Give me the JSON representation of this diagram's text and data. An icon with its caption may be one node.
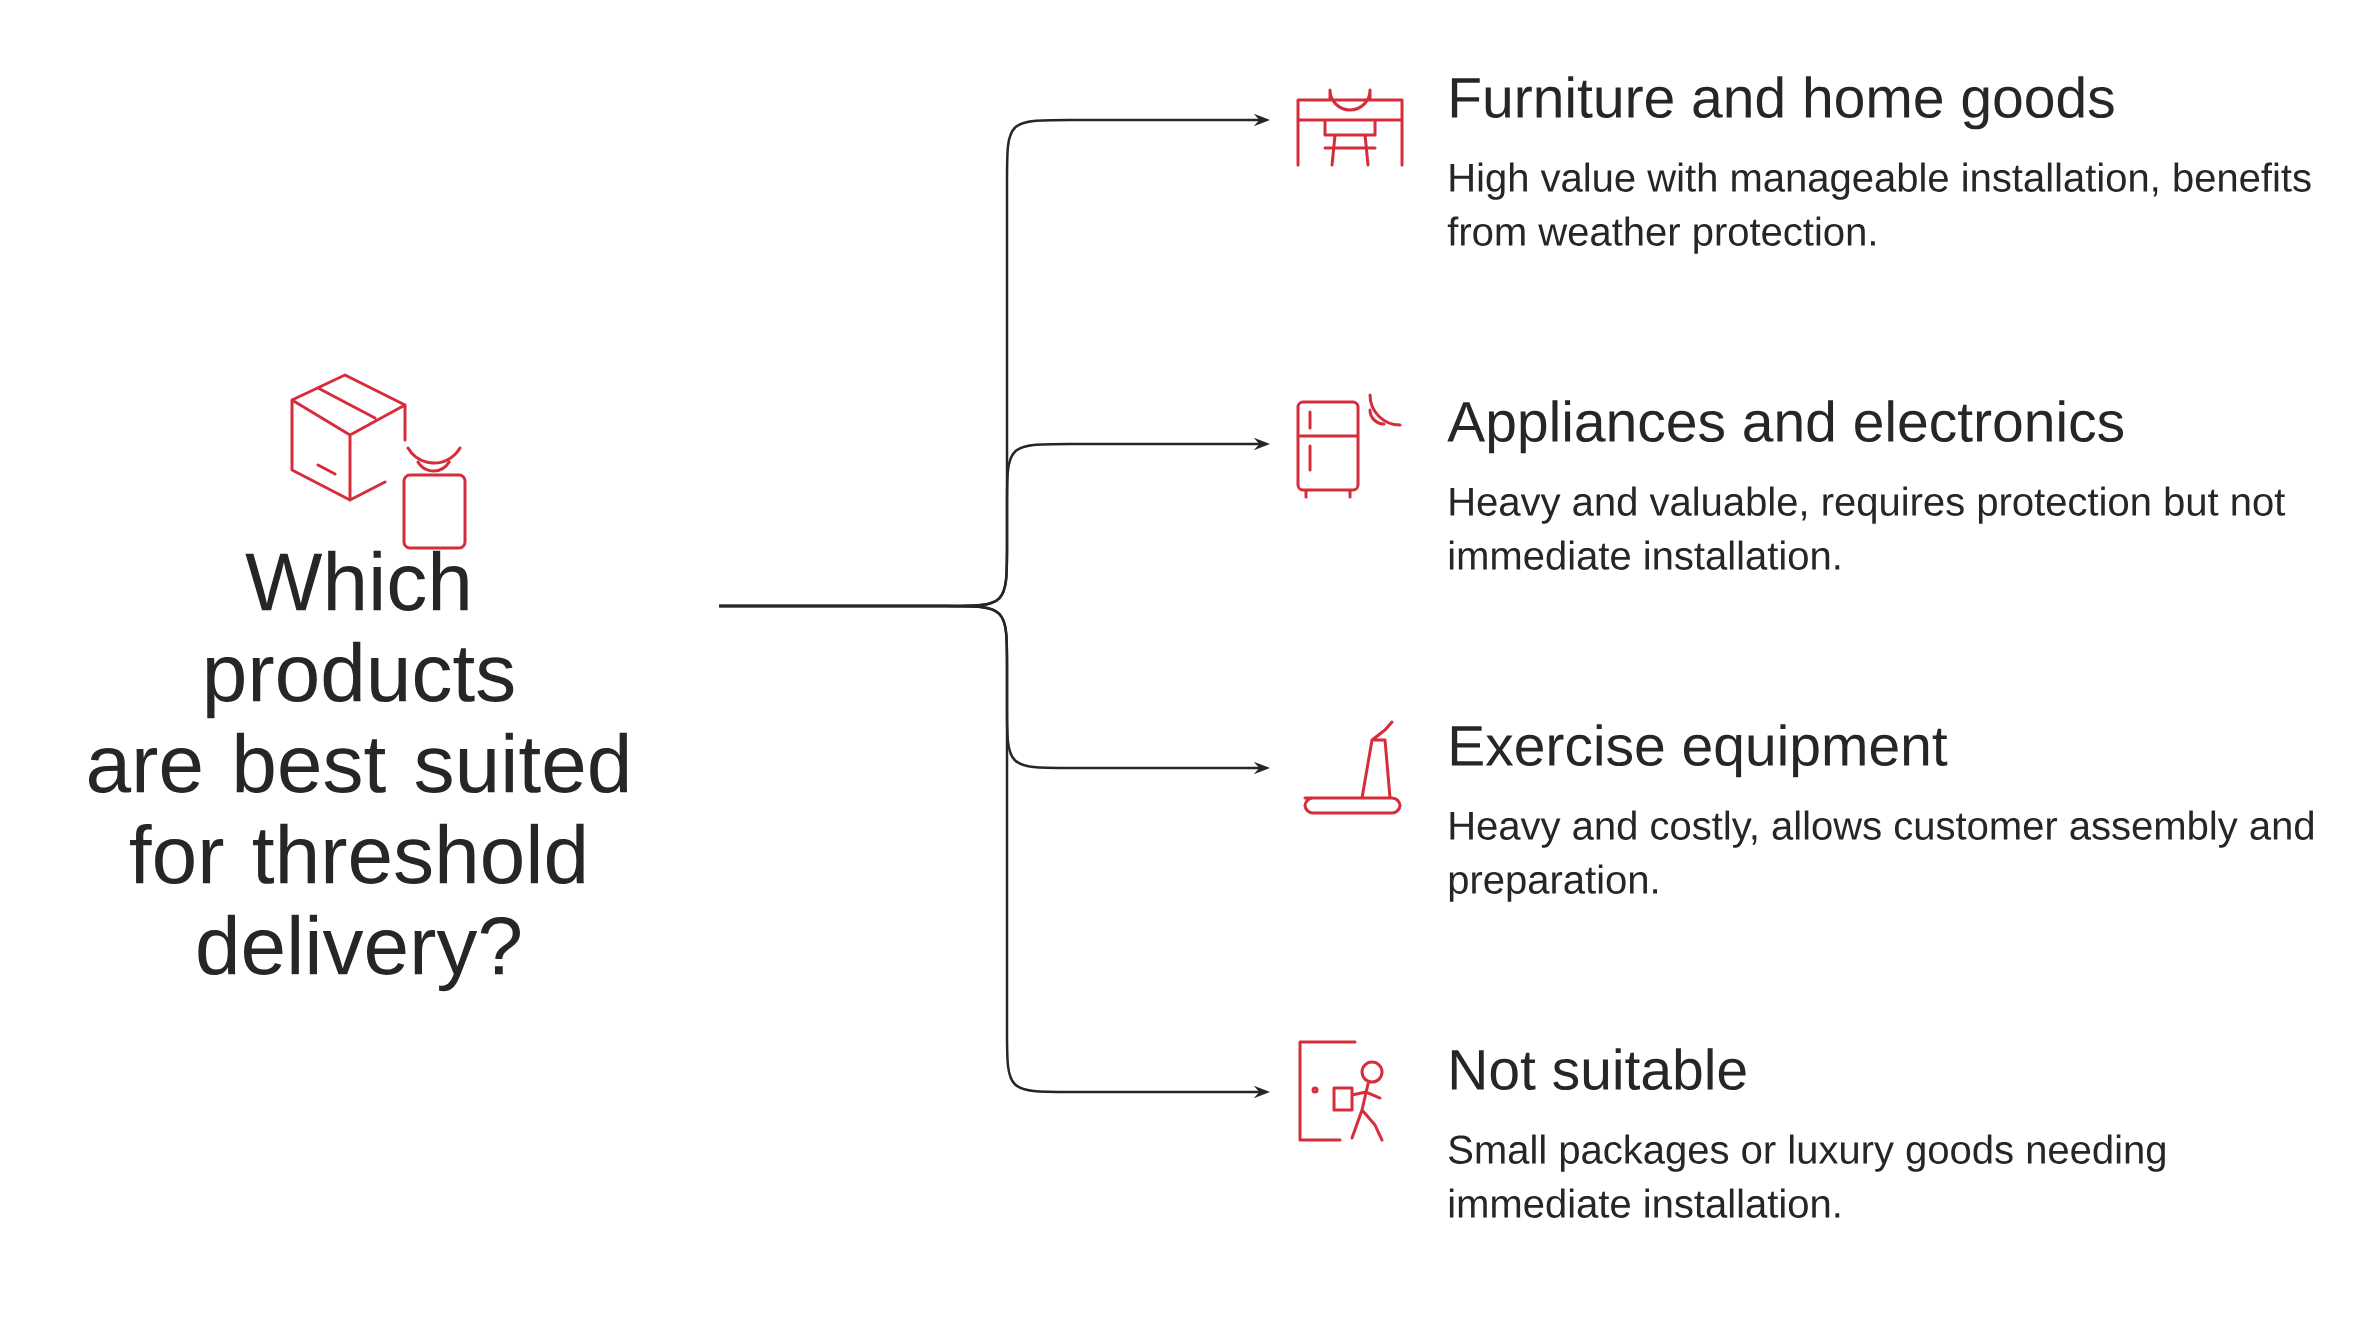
{
  "diagram": {
    "nodes": [
      {
        "text": [
          "Which products are best suited for threshold delivery?"
        ]
      },
      {
        "text": [
          "Furniture and home goods",
          "High value with manageable installation, benefits from weather protection."
        ]
      },
      {
        "text": [
          "Appliances and electronics",
          "Heavy and valuable, requires protection but not immediate installation."
        ]
      },
      {
        "text": [
          "Exercise equipment",
          "Heavy and costly, allows customer assembly and preparation."
        ]
      },
      {
        "text": [
          "Not suitable",
          "Small packages or luxury goods needing immediate installation."
        ]
      }
    ],
    "edges": [
      {
        "from": 0,
        "to": 1,
        "arrow": "to"
      },
      {
        "from": 0,
        "to": 2,
        "arrow": "to"
      },
      {
        "from": 0,
        "to": 3,
        "arrow": "to"
      },
      {
        "from": 0,
        "to": 4,
        "arrow": "to"
      }
    ]
  }
}
